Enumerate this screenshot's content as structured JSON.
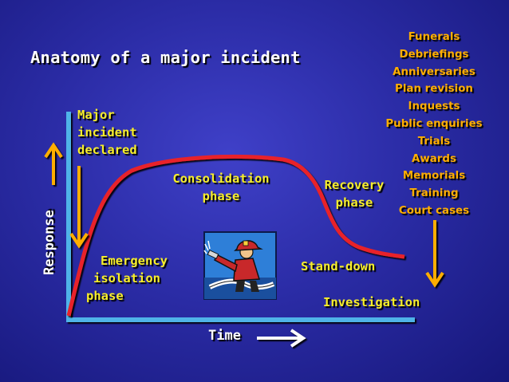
{
  "title": "Anatomy of a major incident",
  "axes": {
    "x_label": "Time",
    "y_label": "Response"
  },
  "labels": {
    "major_incident": [
      "Major",
      "incident",
      "declared"
    ],
    "consolidation": [
      "Consolidation",
      "phase"
    ],
    "recovery": [
      "Recovery",
      "phase"
    ],
    "emergency": [
      "Emergency",
      "isolation",
      "phase"
    ],
    "stand_down": "Stand-down",
    "investigation": "Investigation"
  },
  "aftermath_list": [
    "Funerals",
    "Debriefings",
    "Anniversaries",
    "Plan revision",
    "Inquests",
    "Public enquiries",
    "Trials",
    "Awards",
    "Memorials",
    "Training",
    "Court cases"
  ],
  "colors": {
    "background": "#2b2ca6",
    "curve": "#e8242a",
    "axis": "#4fb3e8",
    "phase_text": "#f7ee2a",
    "list_text": "#ffae00",
    "down_arrow": "#ffae00",
    "up_arrow": "#ffae00"
  },
  "clipart": {
    "icon": "firefighter-hose-icon"
  }
}
